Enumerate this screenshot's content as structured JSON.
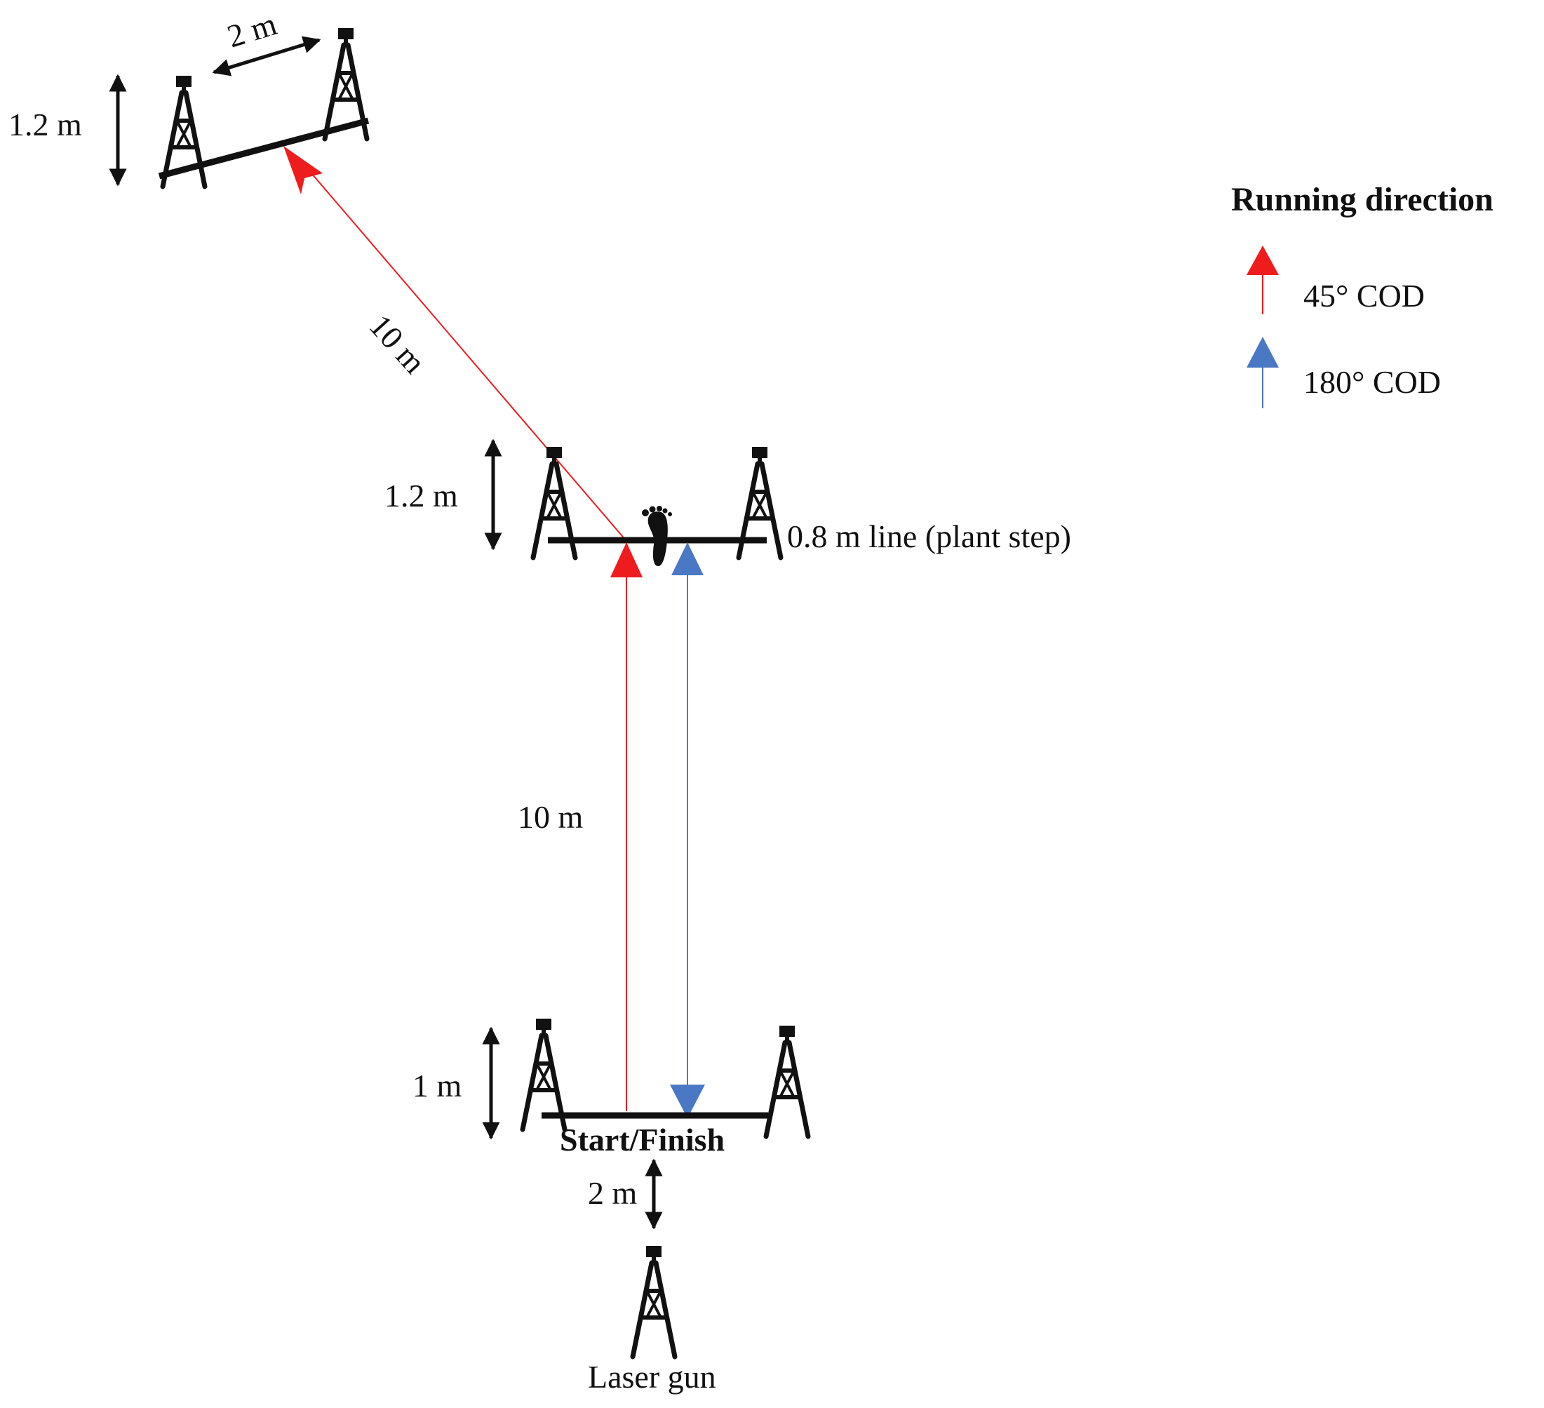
{
  "legend": {
    "title": "Running direction",
    "items": [
      {
        "label": "45°  COD",
        "color": "#ee1c1c"
      },
      {
        "label": "180° COD",
        "color": "#4a78c4"
      }
    ]
  },
  "labels": {
    "top_gate_width": "2 m",
    "top_gate_height": "1.2 m",
    "diagonal_distance": "10 m",
    "middle_gate_height": "1.2 m",
    "plant_line": "0.8 m line (plant step)",
    "straight_distance": "10 m",
    "start_gate_height": "1 m",
    "start_finish": "Start/Finish",
    "laser_distance": "2 m",
    "laser_gun": "Laser gun"
  },
  "icons": {
    "gate": "tripod-timing-gate-icon",
    "footprint": "footprint-icon"
  },
  "colors": {
    "red": "#ee1c1c",
    "blue": "#4a78c4",
    "ink": "#111111"
  }
}
